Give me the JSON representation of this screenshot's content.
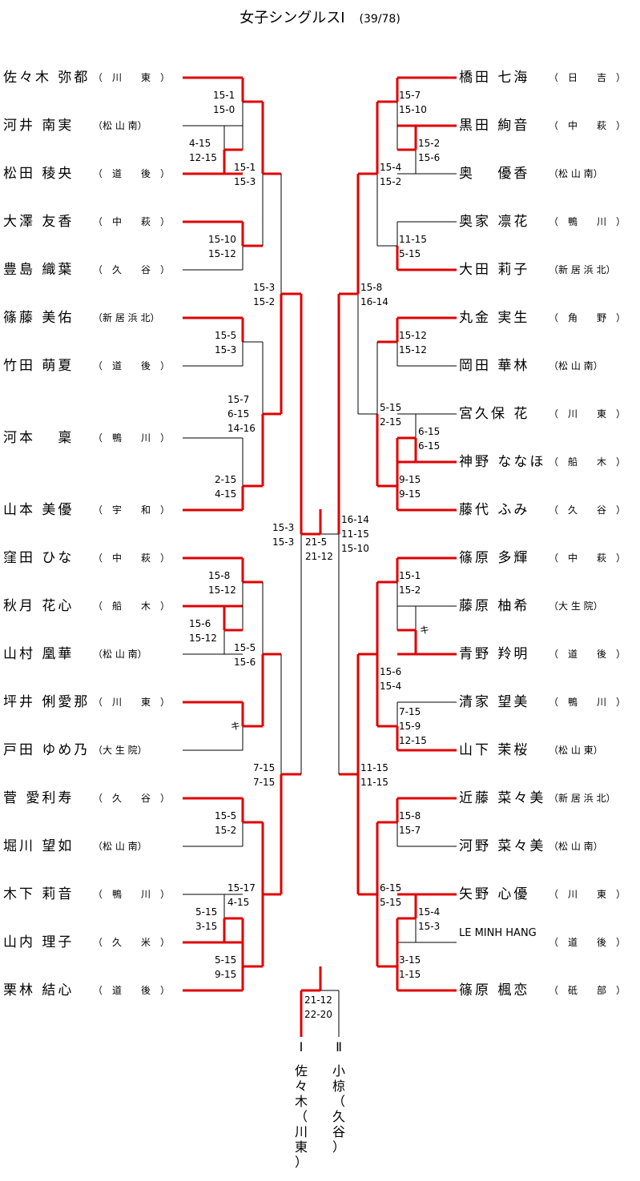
{
  "title": "女子シングルスⅠ",
  "count": "(39/78)",
  "left_players": [
    {
      "name": "佐々木 弥都",
      "school": "（　川　　東　）",
      "winner": true
    },
    {
      "name": "河井 南実",
      "school": "（松 山 南）",
      "winner": false
    },
    {
      "name": "松田 稜央",
      "school": "（　道　　後　）",
      "winner": true
    },
    {
      "name": "大澤 友香",
      "school": "（　中　　萩　）",
      "winner": true
    },
    {
      "name": "豊島 織葉",
      "school": "（　久　　谷　）",
      "winner": false
    },
    {
      "name": "篠藤 美佑",
      "school": "（新 居 浜 北）",
      "winner": true
    },
    {
      "name": "竹田 萌夏",
      "school": "（　道　　後　）",
      "winner": false
    },
    {
      "name": "河本　 稟",
      "school": "（　鴨　　川　）",
      "winner": false
    },
    {
      "name": "山本 美優",
      "school": "（　宇　　和　）",
      "winner": true
    },
    {
      "name": "窪田 ひな",
      "school": "（　中　　萩　）",
      "winner": true
    },
    {
      "name": "秋月 花心",
      "school": "（　船　　木　）",
      "winner": true
    },
    {
      "name": "山村 凰華",
      "school": "（松 山 南）",
      "winner": false
    },
    {
      "name": "坪井 俐愛那",
      "school": "（　川　　東　）",
      "winner": true
    },
    {
      "name": "戸田 ゆめ乃",
      "school": "（大 生 院）",
      "winner": false
    },
    {
      "name": "菅 愛利寿",
      "school": "（　久　　谷　）",
      "winner": true
    },
    {
      "name": "堀川 望如",
      "school": "（松 山 南）",
      "winner": false
    },
    {
      "name": "木下 莉音",
      "school": "（　鴨　　川　）",
      "winner": false
    },
    {
      "name": "山内 理子",
      "school": "（　久　　米　）",
      "winner": true
    },
    {
      "name": "栗林 結心",
      "school": "（　道　　後　）",
      "winner": true
    }
  ],
  "right_players": [
    {
      "name": "橋田 七海",
      "school": "（　日　　吉　）",
      "winner": true
    },
    {
      "name": "黒田 絢音",
      "school": "（　中　　萩　）",
      "winner": true
    },
    {
      "name": "奥　 優香",
      "school": "（松 山 南）",
      "winner": false
    },
    {
      "name": "奥家 凛花",
      "school": "（　鴨　　川　）",
      "winner": false
    },
    {
      "name": "大田 莉子",
      "school": "（新 居 浜 北）",
      "winner": true
    },
    {
      "name": "丸金 実生",
      "school": "（　角　　野　）",
      "winner": true
    },
    {
      "name": "岡田 華林",
      "school": "（松 山 南）",
      "winner": false
    },
    {
      "name": "宮久保 花",
      "school": "（　川　　東　）",
      "winner": false
    },
    {
      "name": "神野 ななほ",
      "school": "（　船　　木　）",
      "winner": true
    },
    {
      "name": "藤代 ふみ",
      "school": "（　久　　谷　）",
      "winner": true
    },
    {
      "name": "篠原 多輝",
      "school": "（　中　　萩　）",
      "winner": true
    },
    {
      "name": "藤原 柚希",
      "school": "（大 生 院）",
      "winner": false
    },
    {
      "name": "青野 羚明",
      "school": "（　道　　後　）",
      "winner": true
    },
    {
      "name": "清家 望美",
      "school": "（　鴨　　川　）",
      "winner": false
    },
    {
      "name": "山下 茉桜",
      "school": "（松 山 東）",
      "winner": true
    },
    {
      "name": "近藤 菜々美",
      "school": "（新 居 浜 北）",
      "winner": true
    },
    {
      "name": "河野 菜々美",
      "school": "（松 山 南）",
      "winner": false
    },
    {
      "name": "矢野 心優",
      "school": "（　川　　東　）",
      "winner": true
    },
    {
      "name": "LE MINH HANG",
      "school": "（　道　　後　）",
      "winner": false
    },
    {
      "name": "篠原 楓恋",
      "school": "（　砥　　部　）",
      "winner": true
    }
  ],
  "scores": {
    "l_r1_a": [
      "15-1",
      "15-0"
    ],
    "l_r1_b": [
      "4-15",
      "12-15"
    ],
    "l_r2_a": [
      "15-1",
      "15-3"
    ],
    "l_r1_c": [
      "15-10",
      "15-12"
    ],
    "l_r3_a": [
      "15-3",
      "15-2"
    ],
    "l_r1_d": [
      "15-5",
      "15-3"
    ],
    "l_r2_b": [
      "15-7",
      "6-15",
      "14-16"
    ],
    "l_r1_e": [
      "2-15",
      "4-15"
    ],
    "l_sf": [
      "15-3",
      "15-3"
    ],
    "l_r1_f": [
      "15-8",
      "15-12"
    ],
    "l_r1_g": [
      "15-6",
      "15-12"
    ],
    "l_r2_c": [
      "15-5",
      "15-6"
    ],
    "l_r1_h": [
      "キ"
    ],
    "l_r3_b": [
      "7-15",
      "7-15"
    ],
    "l_r1_i": [
      "15-5",
      "15-2"
    ],
    "l_r2_d": [
      "15-17",
      "4-15"
    ],
    "l_r1_j": [
      "5-15",
      "3-15"
    ],
    "l_r1_k": [
      "5-15",
      "9-15"
    ],
    "final_top": [
      "21-5",
      "21-12"
    ],
    "r_sf": [
      "16-14",
      "11-15",
      "15-10"
    ],
    "r_r1_a": [
      "15-7",
      "15-10"
    ],
    "r_r1_b": [
      "15-2",
      "15-6"
    ],
    "r_r2_a": [
      "15-4",
      "15-2"
    ],
    "r_r1_c": [
      "11-15",
      "5-15"
    ],
    "r_r3_a": [
      "15-8",
      "16-14"
    ],
    "r_r1_d": [
      "15-12",
      "15-12"
    ],
    "r_r2_b": [
      "5-15",
      "2-15"
    ],
    "r_r1_e": [
      "6-15",
      "6-15"
    ],
    "r_r1_f": [
      "9-15",
      "9-15"
    ],
    "r_r1_g": [
      "15-1",
      "15-2"
    ],
    "r_r1_h": [
      "キ"
    ],
    "r_r2_c": [
      "15-6",
      "15-4"
    ],
    "r_r1_i": [
      "7-15",
      "15-9",
      "12-15"
    ],
    "r_r3_b": [
      "11-15",
      "11-15"
    ],
    "r_r1_j": [
      "15-8",
      "15-7"
    ],
    "r_r2_d": [
      "6-15",
      "5-15"
    ],
    "r_r1_k": [
      "15-4",
      "15-3"
    ],
    "r_r1_l": [
      "3-15",
      "1-15"
    ],
    "playoff": [
      "21-12",
      "22-20"
    ]
  },
  "ranks": {
    "first_label": "Ⅰ",
    "first_name": "佐々木（川東）",
    "second_label": "Ⅱ",
    "second_name": "小椋（久谷）"
  },
  "colors": {
    "winner_line": "#e00000",
    "line": "#000000"
  }
}
